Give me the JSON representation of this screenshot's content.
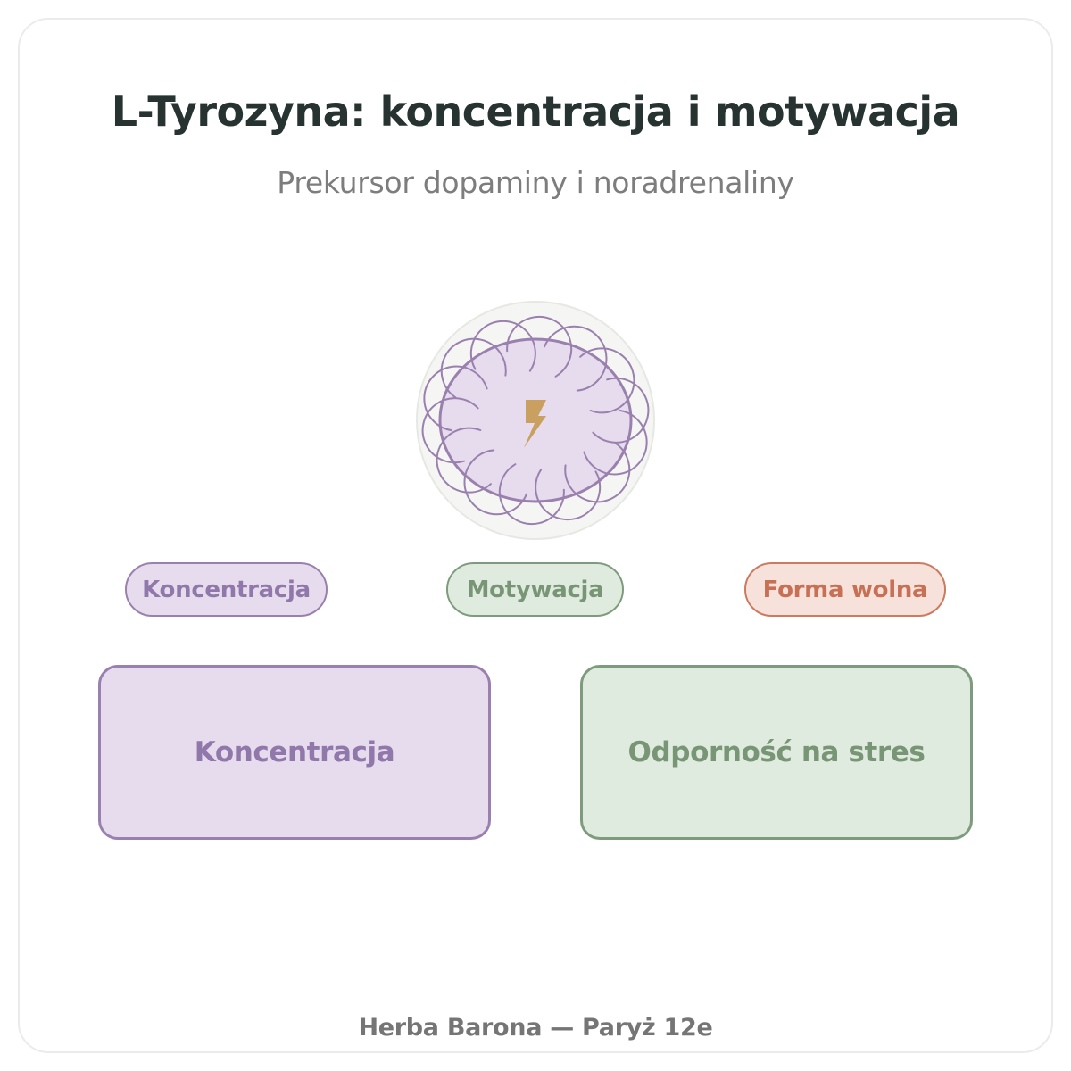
{
  "header": {
    "title": "L-Tyrozyna: koncentracja i motywacja",
    "subtitle": "Prekursor dopaminy i noradrenaliny"
  },
  "emblem": {
    "icon": "lightning-bolt-icon",
    "colors": {
      "fill": "#e6dced",
      "stroke": "#9a80ae",
      "bolt": "#c9a060",
      "halo": "#f5f6f3"
    }
  },
  "tags": [
    {
      "label": "Koncentracja",
      "color": "#9178aa"
    },
    {
      "label": "Motywacja",
      "color": "#789675"
    },
    {
      "label": "Forma wolna",
      "color": "#c77055"
    }
  ],
  "cards": [
    {
      "label": "Koncentracja",
      "color": "#9178aa"
    },
    {
      "label": "Odporność na stres",
      "color": "#789675"
    }
  ],
  "footer": {
    "text": "Herba Barona — Paryż 12e"
  }
}
